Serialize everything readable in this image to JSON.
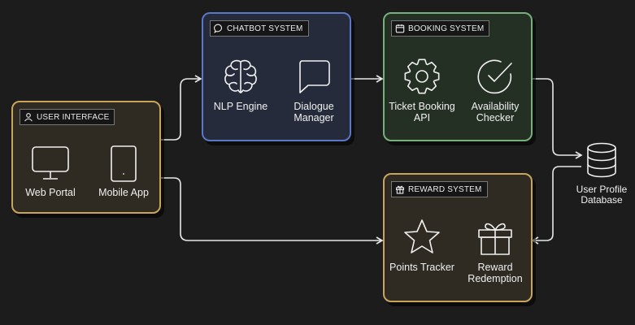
{
  "groups": {
    "user_interface": {
      "title": "USER INTERFACE",
      "nodes": [
        {
          "label": "Web Portal",
          "icon": "monitor-icon"
        },
        {
          "label": "Mobile App",
          "icon": "smartphone-icon"
        }
      ]
    },
    "chatbot_system": {
      "title": "CHATBOT SYSTEM",
      "nodes": [
        {
          "label": "NLP Engine",
          "icon": "brain-icon"
        },
        {
          "label": "Dialogue Manager",
          "icon": "speech-bubble-icon"
        }
      ]
    },
    "booking_system": {
      "title": "BOOKING SYSTEM",
      "nodes": [
        {
          "label": "Ticket Booking API",
          "icon": "gear-icon"
        },
        {
          "label": "Availability Checker",
          "icon": "check-circle-icon"
        }
      ]
    },
    "reward_system": {
      "title": "REWARD SYSTEM",
      "nodes": [
        {
          "label": "Points Tracker",
          "icon": "star-icon"
        },
        {
          "label": "Reward Redemption",
          "icon": "gift-icon"
        }
      ]
    }
  },
  "database": {
    "label": "User Profile Database",
    "icon": "database-icon"
  },
  "colors": {
    "background": "#1c1c1c",
    "user_border": "#c9a55c",
    "chatbot_border": "#5a78c7",
    "booking_border": "#78b07c",
    "reward_border": "#c9a55c",
    "connector": "#e8e8e8"
  }
}
